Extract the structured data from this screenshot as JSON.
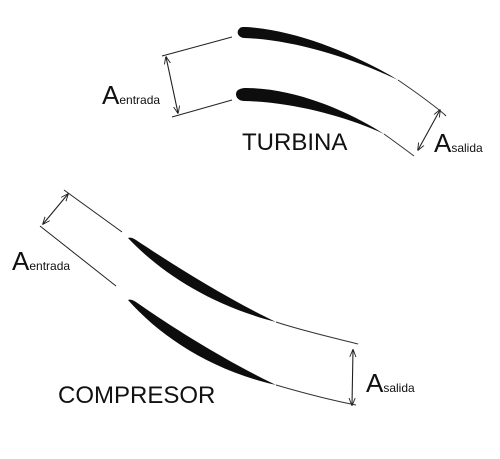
{
  "turbine": {
    "title": "TURBINA",
    "inlet_label_A": "A",
    "inlet_label_sub": "entrada",
    "outlet_label_A": "A",
    "outlet_label_sub": "salida"
  },
  "compressor": {
    "title": "COMPRESOR",
    "inlet_label_A": "A",
    "inlet_label_sub": "entrada",
    "outlet_label_A": "A",
    "outlet_label_sub": "salida"
  },
  "colors": {
    "ink": "#0d0d0d",
    "background": "#ffffff"
  }
}
